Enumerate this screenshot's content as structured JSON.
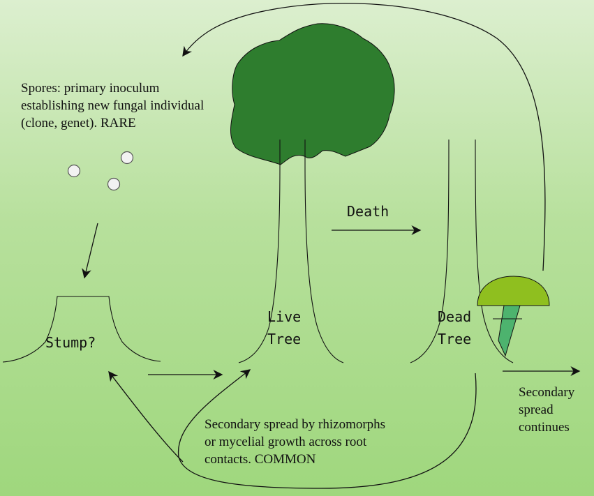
{
  "colors": {
    "foliage": "#2e7d2e",
    "mushroom_cap": "#8fbf1f",
    "mushroom_stem": "#4db36e",
    "spore_fill": "#f2f2f2"
  },
  "labels": {
    "spores": [
      "Spores: primary inoculum",
      "establishing new fungal individual",
      "(clone, genet).  RARE"
    ],
    "death": "Death",
    "stump": "Stump?",
    "live_tree": [
      "Live",
      "Tree"
    ],
    "dead_tree": [
      "Dead",
      "Tree"
    ],
    "secondary_common": [
      "Secondary spread by rhizomorphs",
      "or mycelial growth across root",
      "contacts.   COMMON"
    ],
    "secondary_continues": [
      "Secondary",
      "spread",
      "continues"
    ]
  }
}
